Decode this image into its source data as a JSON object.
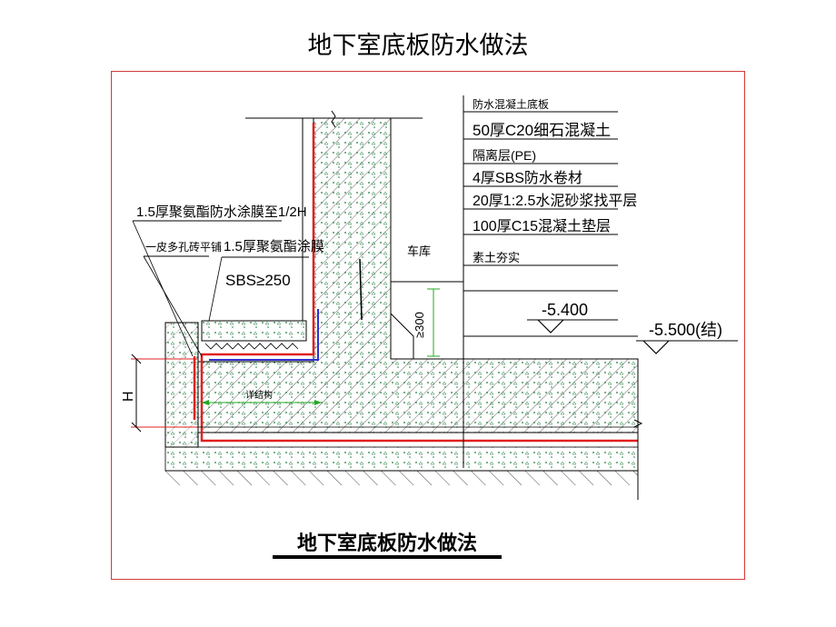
{
  "page": {
    "title": "地下室底板防水做法"
  },
  "drawing": {
    "caption": "地下室底板防水做法",
    "layer_callout": [
      "防水混凝土底板",
      "50厚C20细石混凝土",
      "隔离层(PE)",
      "4厚SBS防水卷材",
      "20厚1:2.5水泥砂浆找平层",
      "100厚C15混凝土垫层",
      "素土夯实"
    ],
    "labels": {
      "coating_to_half_h": "1.5厚聚氨酯防水涂膜至1/2H",
      "brick_row": "一皮多孔砖平铺",
      "coating_film": "1.5厚聚氨酯涂膜",
      "sbs_overlap": "SBS≥250",
      "garage": "车库",
      "dim_300": "≥300",
      "dim_h": "H",
      "deepening": "详结构"
    },
    "levels": {
      "floor": "-5.400",
      "structure": "-5.500(结)"
    },
    "colors": {
      "membrane": "#e02020",
      "coating": "#3030d0",
      "dimension": "#22aa22",
      "frame": "#d33a3a",
      "concrete_dots": "#1a7a3a"
    }
  }
}
